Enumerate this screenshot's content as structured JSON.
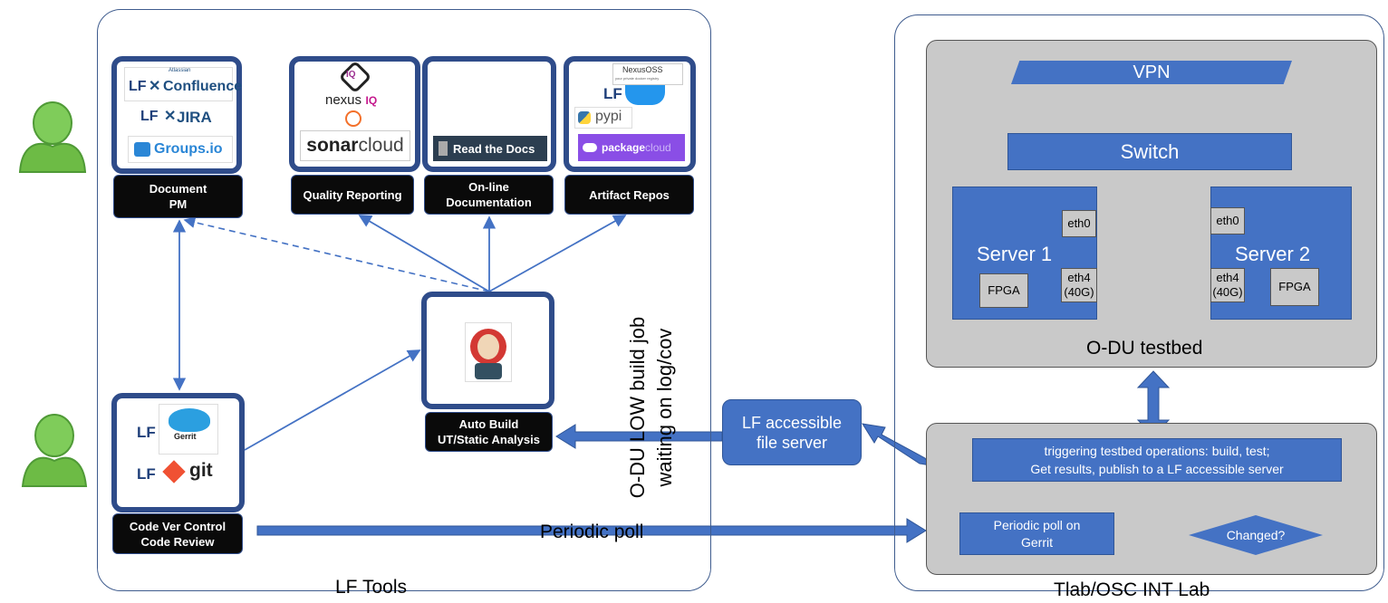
{
  "lf_tools": {
    "panel_label": "LF Tools",
    "document_pm": {
      "logos": {
        "lf": "LF",
        "atlassian": "Atlassian",
        "confluence": "Confluence",
        "jira": "JIRA",
        "groups": "Groups.io"
      },
      "label_line1": "Document",
      "label_line2": "PM"
    },
    "quality": {
      "logos": {
        "nexus": "nexus",
        "iq": "IQ",
        "sonar_bold": "sonar",
        "sonar_light": "cloud"
      },
      "label": "Quality Reporting"
    },
    "docs": {
      "logos": {
        "readthedocs": "Read the Docs"
      },
      "label_line1": "On-line",
      "label_line2": "Documentation"
    },
    "artifacts": {
      "logos": {
        "nexusoss": "NexusOSS",
        "nexusoss_sub": "your private docker registry",
        "lf": "LF",
        "pypi": "pypi",
        "packagecloud_bold": "package",
        "packagecloud_light": "cloud"
      },
      "label": "Artifact Repos"
    },
    "jenkins": {
      "label_line1": "Auto Build",
      "label_line2": "UT/Static Analysis"
    },
    "code": {
      "logos": {
        "lf1": "LF",
        "lf2": "LF",
        "gerrit": "Gerrit",
        "git": "git"
      },
      "label_line1": "Code Ver Control",
      "label_line2": "Code Review"
    }
  },
  "vertical_note": {
    "line1": "O-DU LOW build job",
    "line2": "waiting on log/cov"
  },
  "file_server": {
    "line1": "LF accessible",
    "line2": "file server"
  },
  "periodic_poll_label": "Periodic poll",
  "tlab": {
    "panel_label": "Tlab/OSC INT Lab",
    "testbed": {
      "label": "O-DU testbed",
      "vpn": "VPN",
      "switch": "Switch",
      "server1": {
        "name": "Server 1",
        "eth0": "eth0",
        "eth4_line1": "eth4",
        "eth4_line2": "(40G)",
        "fpga": "FPGA"
      },
      "server2": {
        "name": "Server 2",
        "eth0": "eth0",
        "eth4_line1": "eth4",
        "eth4_line2": "(40G)",
        "fpga": "FPGA"
      }
    },
    "ops": {
      "trigger_line1": "triggering testbed operations: build, test;",
      "trigger_line2": "Get results, publish to a LF accessible server",
      "poll_line1": "Periodic poll on",
      "poll_line2": "Gerrit",
      "changed": "Changed?"
    }
  },
  "colors": {
    "tile_border": "#2f4c8a",
    "blue_box": "#4472c4",
    "arrow": "#4472c4",
    "grey_panel": "#c9c9c9"
  }
}
